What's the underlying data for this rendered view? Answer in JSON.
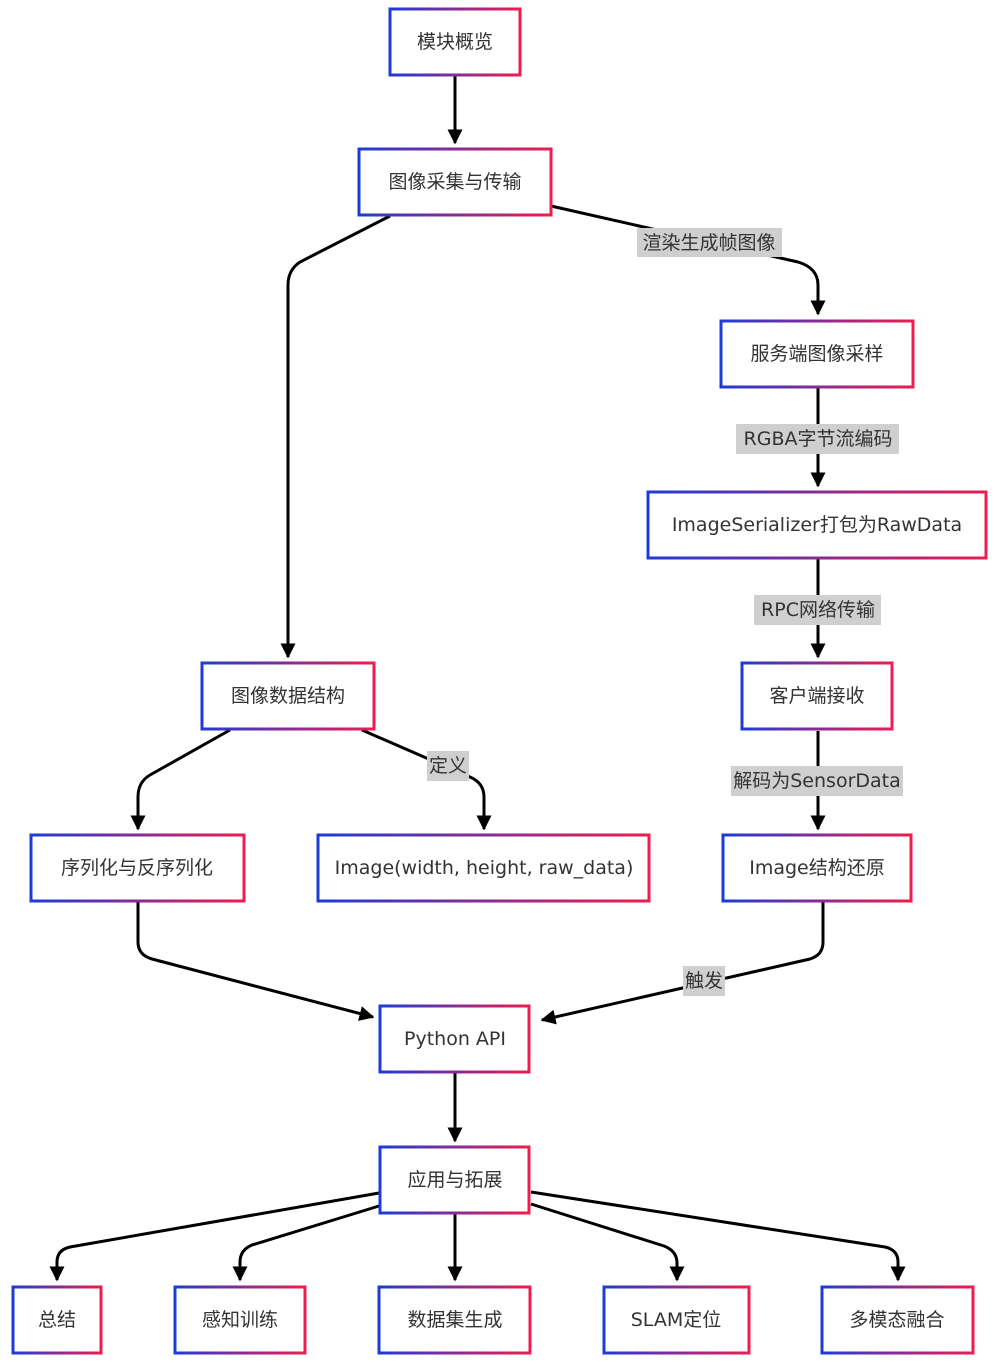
{
  "colors": {
    "node_gradient_start": "#1f3bd6",
    "node_gradient_end": "#ee1c4f",
    "edge": "#000000",
    "label_background": "#cfcfcf",
    "text": "#333333"
  },
  "nodes": {
    "overview": "模块概览",
    "capture": "图像采集与传输",
    "server_sampling": "服务端图像采样",
    "serializer": "ImageSerializer打包为RawData",
    "client_receive": "客户端接收",
    "restore": "Image结构还原",
    "data_struct": "图像数据结构",
    "serialize": "序列化与反序列化",
    "image_def": "Image(width, height, raw_data)",
    "python_api": "Python API",
    "apps": "应用与拓展",
    "summary": "总结",
    "perception": "感知训练",
    "data_gen": "数据集生成",
    "slam": "SLAM定位",
    "fusion": "多模态融合"
  },
  "edge_labels": {
    "render": "渲染生成帧图像",
    "rgba": "RGBA字节流编码",
    "rpc": "RPC网络传输",
    "decode": "解码为SensorData",
    "define": "定义",
    "trigger": "触发"
  }
}
